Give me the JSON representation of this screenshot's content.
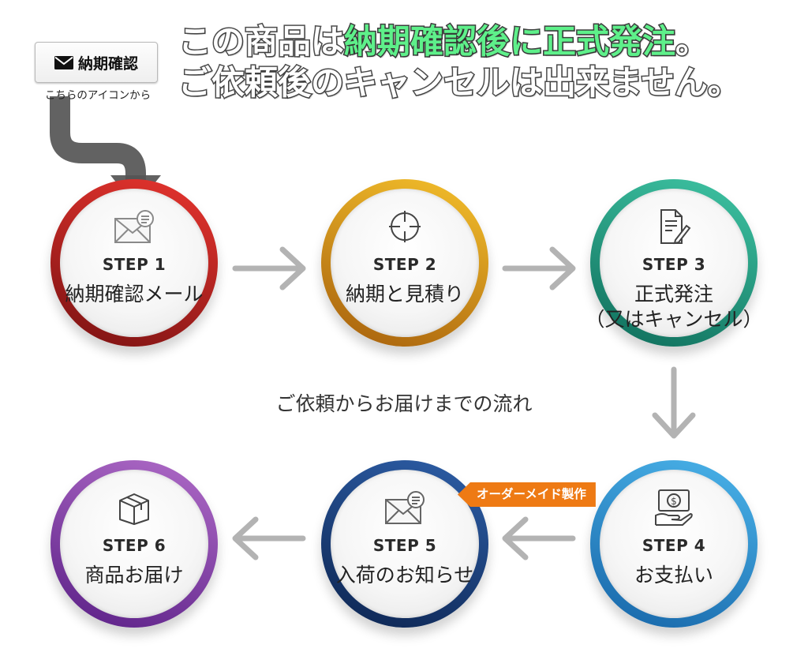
{
  "confirm_button": {
    "label": "納期確認",
    "icon": "envelope-icon",
    "caption": "こちらのアイコンから"
  },
  "headline": {
    "line1_a": "この商品は",
    "line1_highlight": "納期確認後に正式発注",
    "line1_b": "。",
    "line2": "ご依頼後のキャンセルは出来ません。"
  },
  "flow_title": "ご依頼からお届けまでの流れ",
  "steps": [
    {
      "number": "STEP 1",
      "label": "納期確認メール",
      "sublabel": "",
      "icon": "envelope-message-icon",
      "color": "#c62a27"
    },
    {
      "number": "STEP 2",
      "label": "納期と見積り",
      "sublabel": "",
      "icon": "target-icon",
      "color": "#e59e1f"
    },
    {
      "number": "STEP 3",
      "label": "正式発注",
      "sublabel": "（又はキャンセル）",
      "icon": "document-pen-icon",
      "color": "#24a488"
    },
    {
      "number": "STEP 4",
      "label": "お支払い",
      "sublabel": "",
      "icon": "money-hand-icon",
      "color": "#2f8dd0"
    },
    {
      "number": "STEP 5",
      "label": "入荷のお知らせ",
      "sublabel": "",
      "icon": "envelope-message-icon",
      "color": "#173e7c"
    },
    {
      "number": "STEP 6",
      "label": "商品お届け",
      "sublabel": "",
      "icon": "box-icon",
      "color": "#8541a8"
    }
  ],
  "badge": "オーダーメイド製作",
  "colors": {
    "headline_highlight": "#5ef08a",
    "badge": "#ee7a14",
    "arrow": "#b3b3b3",
    "pointer": "#555555"
  }
}
